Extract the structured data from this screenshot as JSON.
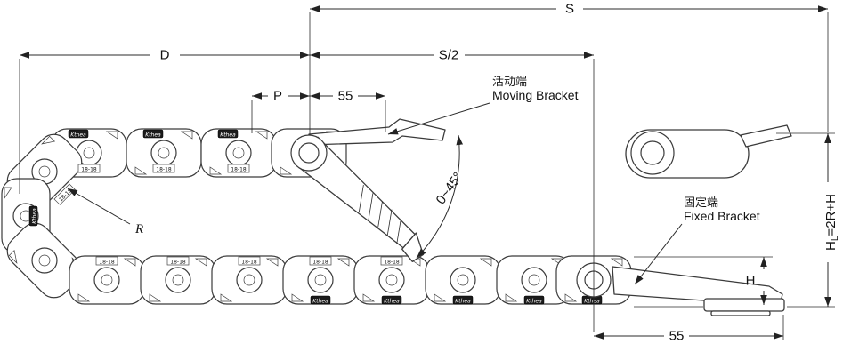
{
  "dimensions": {
    "s": "S",
    "s_half": "S/2",
    "d": "D",
    "p": "P",
    "pivot_to_bracket": "55",
    "angle_range": "0~45°",
    "bend_radius": "R",
    "h": "H",
    "bracket_length": "55",
    "hl_h": "H",
    "hl_sub": "L",
    "hl_rest": "=2R+H"
  },
  "labels": {
    "moving_bracket_cn": "活动端",
    "moving_bracket_en": "Moving Bracket",
    "fixed_bracket_cn": "固定端",
    "fixed_bracket_en": "Fixed Bracket"
  },
  "chain": {
    "brand": "Kthea",
    "size_label": "18-18"
  }
}
